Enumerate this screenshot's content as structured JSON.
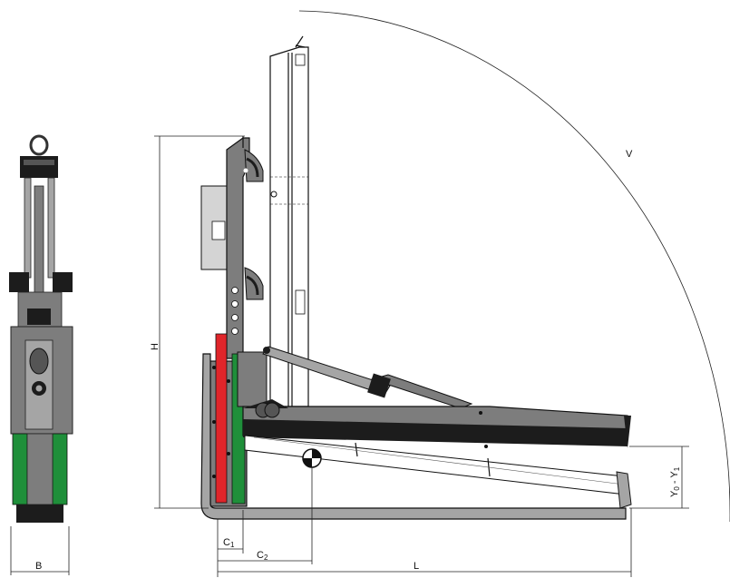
{
  "labels": {
    "B": "B",
    "H": "H",
    "V": "V",
    "L": "L",
    "C1_main": "C",
    "C1_sub": "1",
    "C2_main": "C",
    "C2_sub": "2",
    "Y_main_0": "Y",
    "Y_sub_0": "0",
    "Y_dash": " - Y",
    "Y_sub_1": "1"
  },
  "colors": {
    "body": "#7d7d7d",
    "body_light": "#a5a5a5",
    "dark": "#1c1c1c",
    "green": "#1f8f3a",
    "red": "#e0252a",
    "panel": "#d4d4d4",
    "line": "#111111"
  }
}
